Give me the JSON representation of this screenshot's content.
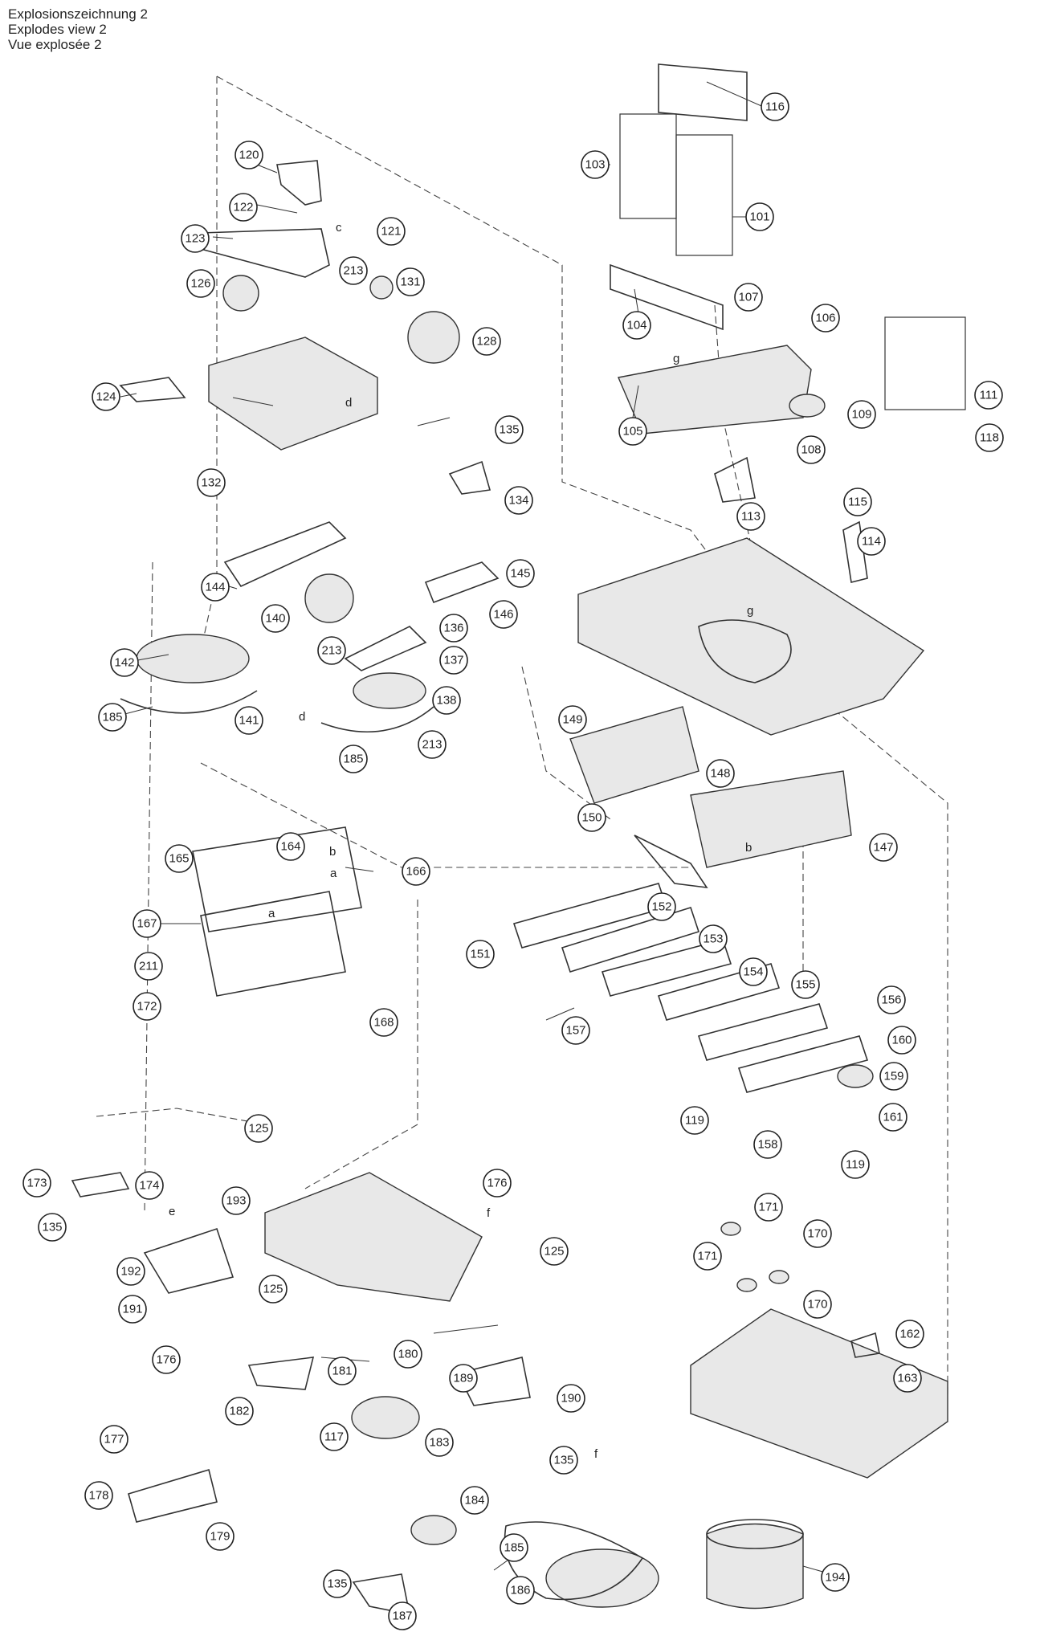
{
  "title": {
    "line1": "Explosionszeichnung 2",
    "line2": "Explodes view 2",
    "line3": "Vue explosée 2"
  },
  "letters": [
    "a",
    "b",
    "c",
    "d",
    "e",
    "f",
    "g"
  ],
  "parts": [
    "101",
    "103",
    "104",
    "105",
    "106",
    "107",
    "108",
    "109",
    "111",
    "113",
    "114",
    "115",
    "116",
    "117",
    "118",
    "119",
    "120",
    "121",
    "122",
    "123",
    "124",
    "125",
    "126",
    "128",
    "131",
    "132",
    "134",
    "135",
    "136",
    "137",
    "138",
    "140",
    "141",
    "142",
    "144",
    "145",
    "146",
    "147",
    "148",
    "149",
    "150",
    "151",
    "152",
    "153",
    "154",
    "155",
    "156",
    "157",
    "158",
    "159",
    "160",
    "161",
    "162",
    "163",
    "164",
    "165",
    "166",
    "167",
    "168",
    "170",
    "171",
    "172",
    "173",
    "174",
    "176",
    "177",
    "178",
    "179",
    "180",
    "181",
    "182",
    "183",
    "184",
    "185",
    "186",
    "187",
    "189",
    "190",
    "191",
    "192",
    "193",
    "194",
    "211",
    "213"
  ]
}
